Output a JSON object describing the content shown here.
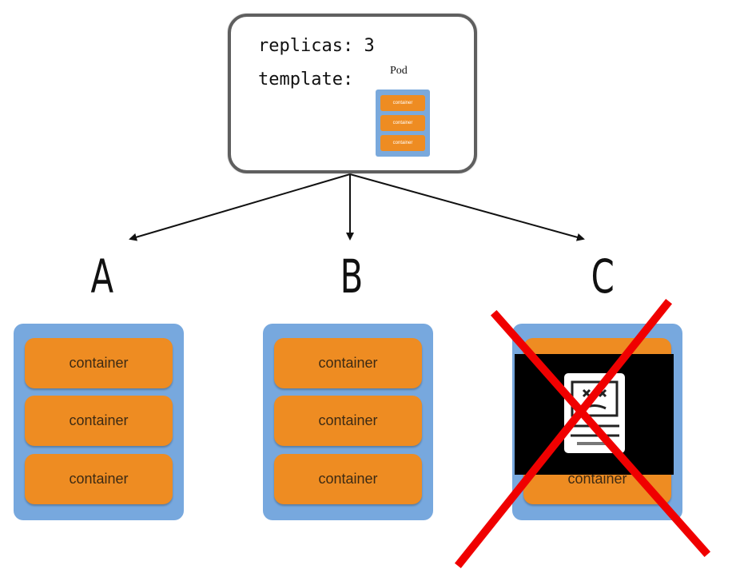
{
  "spec": {
    "replicas_line": "replicas: 3",
    "template_line": "template:",
    "pod_label": "Pod",
    "mini_container_label": "container"
  },
  "pods": [
    {
      "letter": "A",
      "containers": [
        "container",
        "container",
        "container"
      ],
      "failed": false
    },
    {
      "letter": "B",
      "containers": [
        "container",
        "container",
        "container"
      ],
      "failed": false
    },
    {
      "letter": "C",
      "containers": [
        "container",
        "container",
        "container"
      ],
      "failed": true
    }
  ],
  "colors": {
    "pod": "#77a8de",
    "container": "#ee8c22",
    "spec_border": "#5f5f5f",
    "cross": "#f00000",
    "failure_screen": "#000000"
  },
  "icons": [
    "sad-computer-icon",
    "cross-out-icon"
  ]
}
